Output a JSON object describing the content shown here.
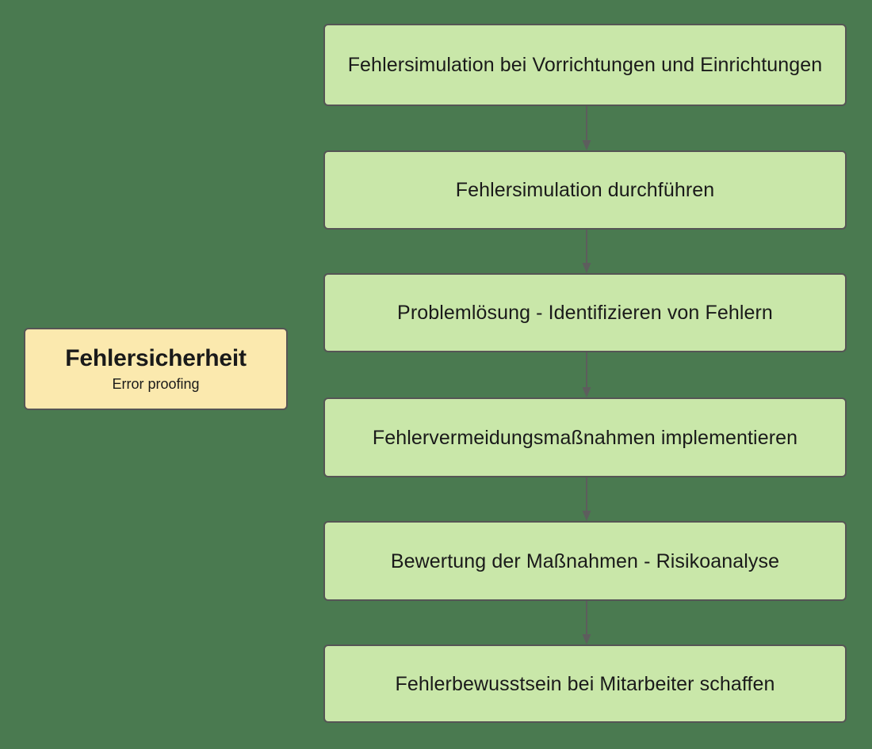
{
  "diagram": {
    "type": "flowchart",
    "orientation": "top-to-bottom",
    "background_color": "#4a7a50",
    "label_node": {
      "title": "Fehlersicherheit",
      "subtitle": "Error proofing",
      "fill_color": "#fbe9ae",
      "border_color": "#555555"
    },
    "process_style": {
      "fill_color": "#c9e7a9",
      "border_color": "#555555",
      "text_color": "#1a1a1a"
    },
    "connector_style": {
      "color": "#5d5d5d",
      "arrowhead": "triangle"
    },
    "steps": [
      {
        "id": "step-1",
        "text": "Fehlersimulation bei Vorrichtungen und Einrichtungen"
      },
      {
        "id": "step-2",
        "text": "Fehlersimulation durchführen"
      },
      {
        "id": "step-3",
        "text": "Problemlösung - Identifizieren von Fehlern"
      },
      {
        "id": "step-4",
        "text": "Fehlervermeidungsmaßnahmen implementieren"
      },
      {
        "id": "step-5",
        "text": "Bewertung der Maßnahmen - Risikoanalyse"
      },
      {
        "id": "step-6",
        "text": "Fehlerbewusstsein bei Mitarbeiter schaffen"
      }
    ],
    "connectors": [
      {
        "from": "step-1",
        "to": "step-2"
      },
      {
        "from": "step-2",
        "to": "step-3"
      },
      {
        "from": "step-3",
        "to": "step-4"
      },
      {
        "from": "step-4",
        "to": "step-5"
      },
      {
        "from": "step-5",
        "to": "step-6"
      }
    ]
  }
}
